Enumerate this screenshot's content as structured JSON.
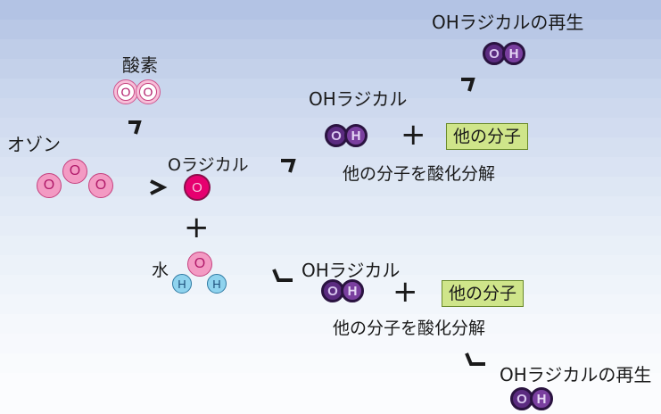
{
  "labels": {
    "oxygen": "酸素",
    "ozone": "オゾン",
    "o_radical": "Oラジカル",
    "water": "水",
    "oh_radical_top": "OHラジカル",
    "oh_radical_mid": "OHラジカル",
    "oh_regen_top": "OHラジカルの再生",
    "oh_regen_bottom": "OHラジカルの再生",
    "other_molecule_1": "他の分子",
    "other_molecule_2": "他の分子",
    "decompose_1": "他の分子を酸化分解",
    "decompose_2": "他の分子を酸化分解"
  },
  "atoms": {
    "O": "O",
    "H": "H"
  },
  "colors": {
    "ozone_pink": "#f39ac3",
    "o_radical_magenta": "#e6006f",
    "hydrogen_blue": "#8fd3ee",
    "oh_purple": "#5b2b80",
    "molecule_box": "#cfe58a"
  }
}
